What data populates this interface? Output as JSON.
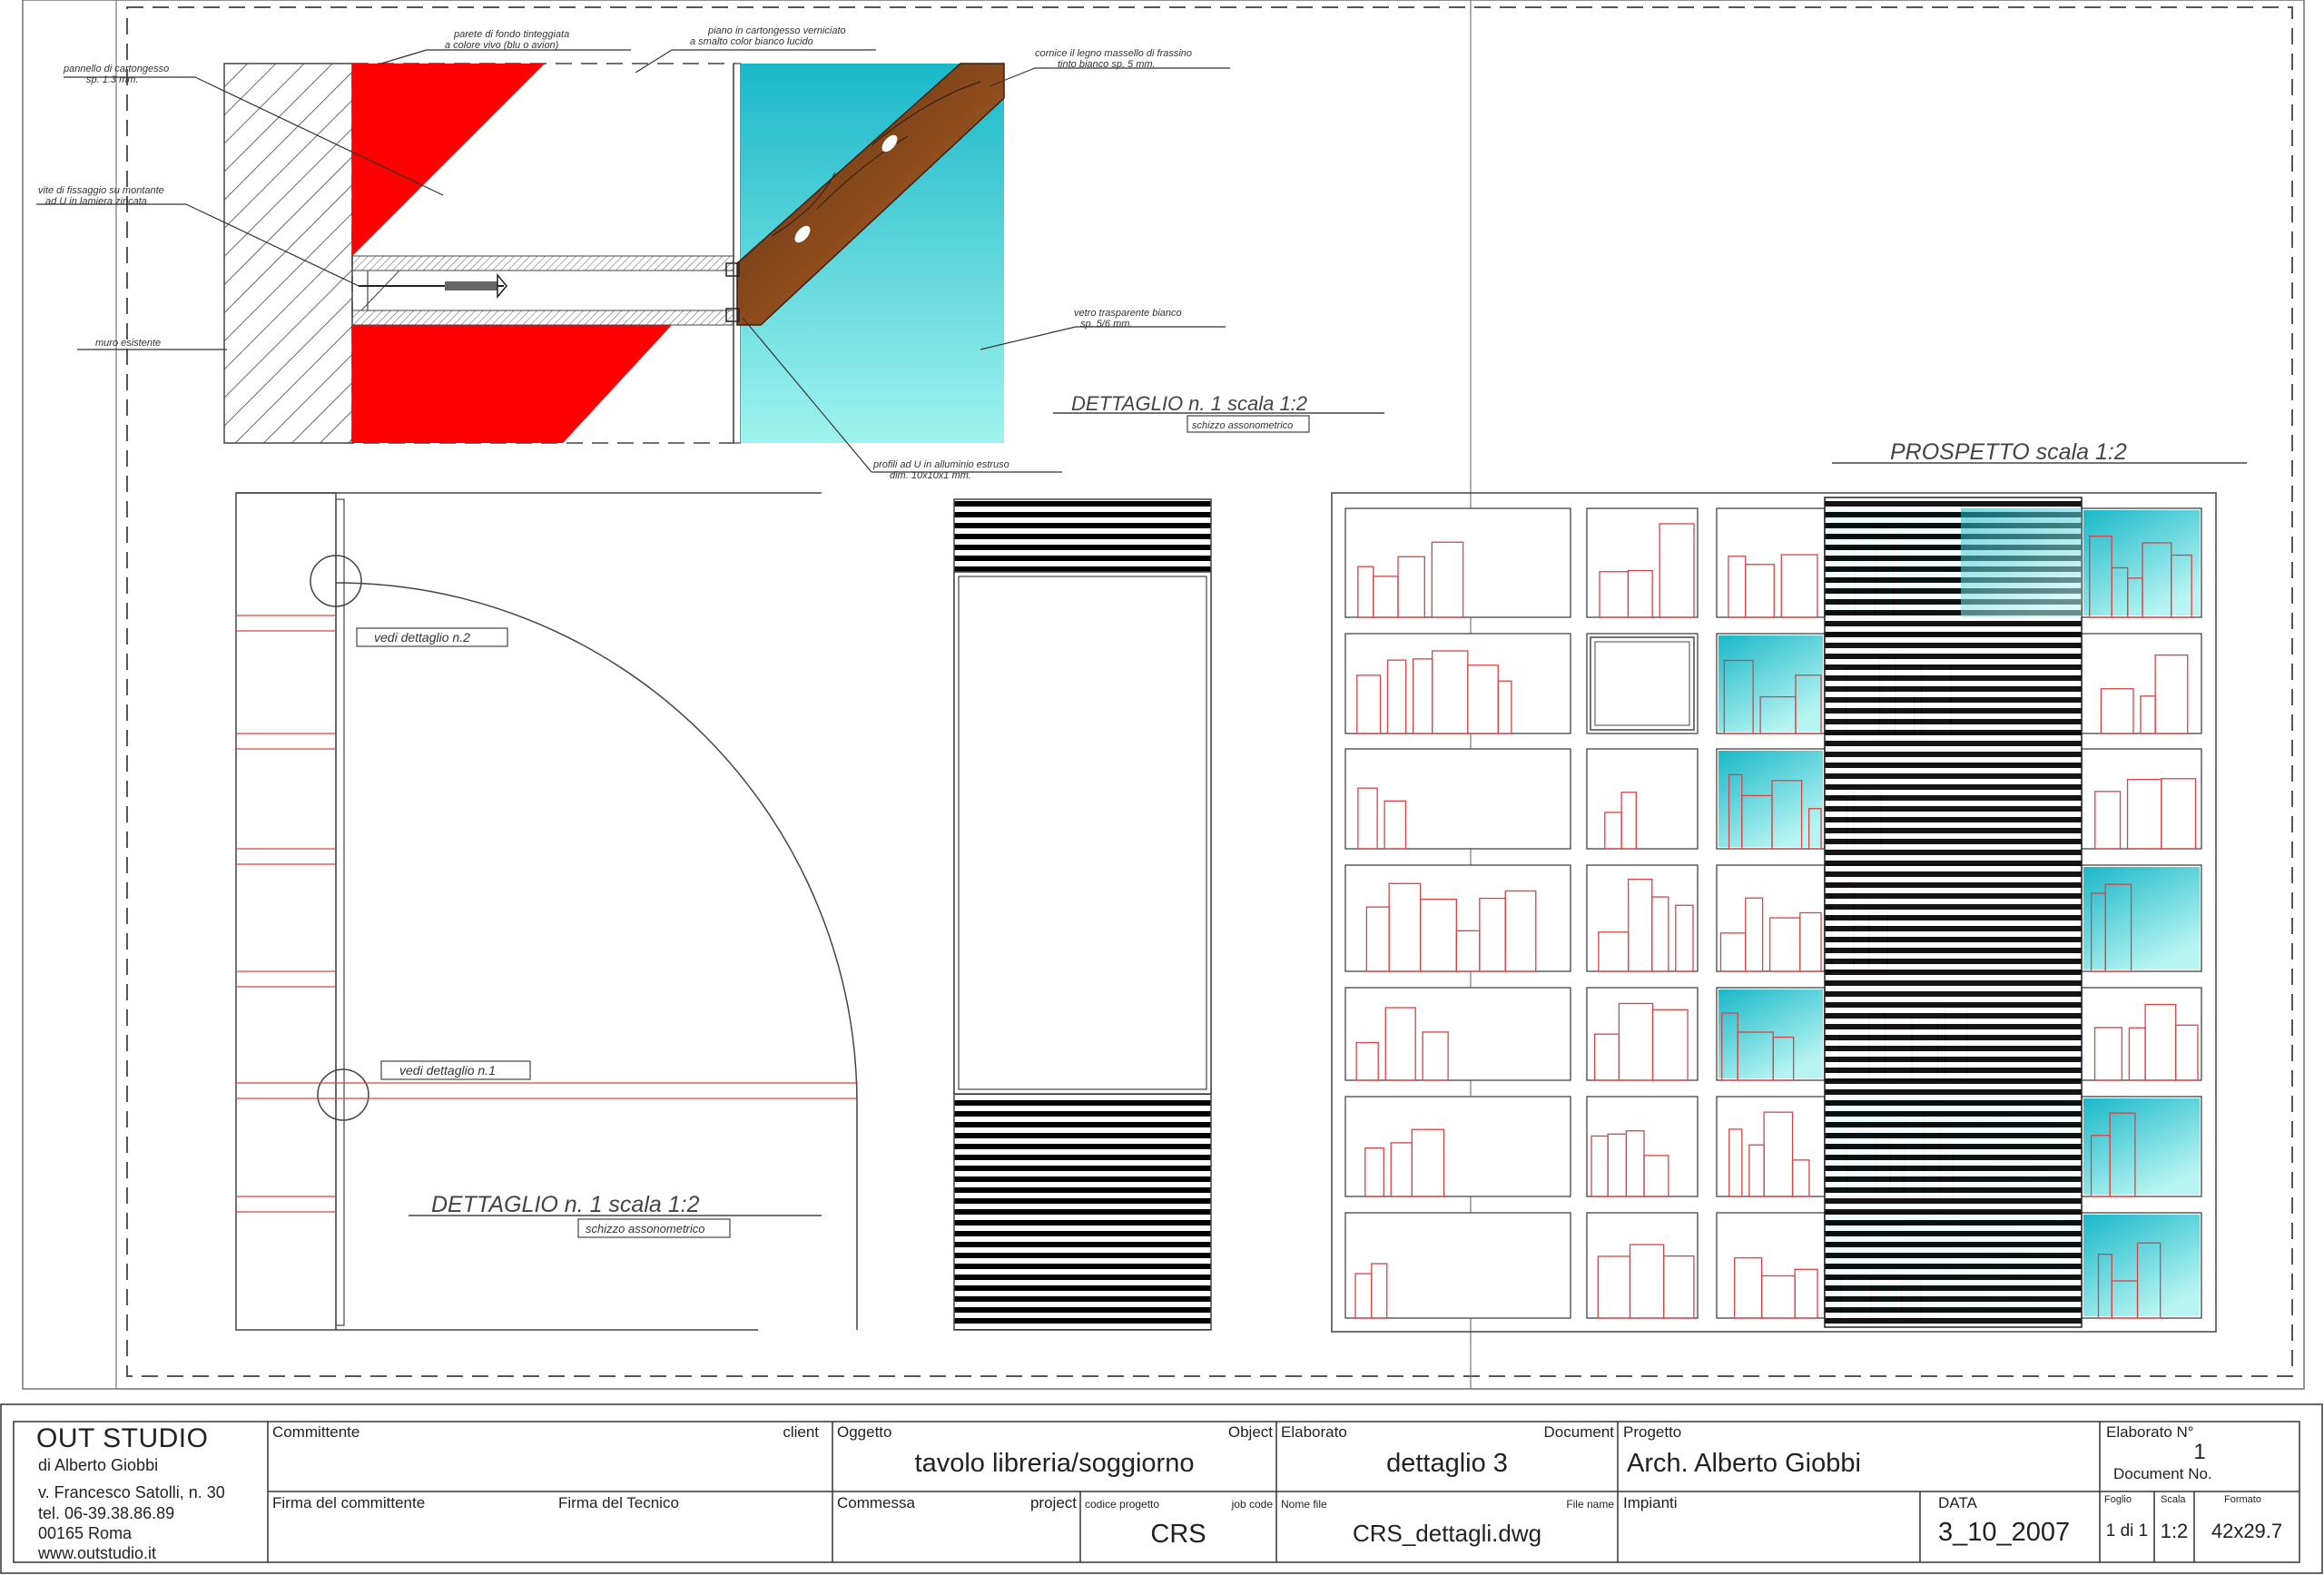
{
  "detail_top": {
    "title": "DETTAGLIO n. 1      scala 1:2",
    "subtitle": "schizzo assonometrico",
    "labels": {
      "pannello_1": "pannello di cartongesso",
      "pannello_2": "sp. 1.3 mm.",
      "parete_1": "parete di fondo tinteggiata",
      "parete_2": "a colore vivo (blu o avion)",
      "piano_1": "piano in cartongesso verniciato",
      "piano_2": "a smalto color bianco lucido",
      "cornice_1": "cornice il legno massello di frassino",
      "cornice_2": "tinto bianco sp. 5 mm.",
      "vite_1": "vite di fissaggio su montante",
      "vite_2": "ad U in lamiera zincata",
      "vetro_1": "vetro trasparente bianco",
      "vetro_2": "sp. 5/6 mm.",
      "muro": "muro esistente",
      "profili_1": "profili ad U in alluminio estruso",
      "profili_2": "dim. 10x10x1 mm."
    }
  },
  "detail_bottom": {
    "title": "DETTAGLIO n. 1      scala 1:2",
    "subtitle": "schizzo assonometrico",
    "ref2": "vedi dettaglio n.2",
    "ref1": "vedi dettaglio n.1"
  },
  "prospetto": {
    "title": "PROSPETTO   scala 1:2"
  },
  "colors": {
    "red": "#ff0000",
    "cyan": "#1ab8c9",
    "cyan_light": "#9ff3ee",
    "wood": "#8b4a1c",
    "book_line": "#d64545"
  },
  "titleblock": {
    "studio_name": "OUT STUDIO",
    "studio_sub": "di Alberto Giobbi",
    "address1": "v. Francesco Satolli, n. 30",
    "address2": "tel. 06-39.38.86.89",
    "address3": "00165 Roma",
    "website": "www.outstudio.it",
    "committente": "Committente",
    "client": "client",
    "firma_committente": "Firma del committente",
    "firma_tecnico": "Firma del Tecnico",
    "oggetto": "Oggetto",
    "object": "Object",
    "oggetto_value": "tavolo libreria/soggiorno",
    "commessa": "Commessa",
    "project": "project",
    "codice_progetto": "codice progetto",
    "job_code": "job code",
    "codice_value": "CRS",
    "elaborato": "Elaborato",
    "document": "Document",
    "elaborato_value": "dettaglio 3",
    "nome_file": "Nome file",
    "file_name": "File name",
    "file_value": "CRS_dettagli.dwg",
    "progetto": "Progetto",
    "progetto_value": "Arch. Alberto Giobbi",
    "impianti": "Impianti",
    "data": "DATA",
    "data_value": "3_10_2007",
    "elaborato_n": "Elaborato  N°",
    "document_no": "Document  No.",
    "elaborato_n_value": "1",
    "foglio": "Foglio",
    "foglio_value": "1 di 1",
    "scala": "Scala",
    "scala_value": "1:2",
    "formato": "Formato",
    "formato_value": "42x29.7"
  }
}
